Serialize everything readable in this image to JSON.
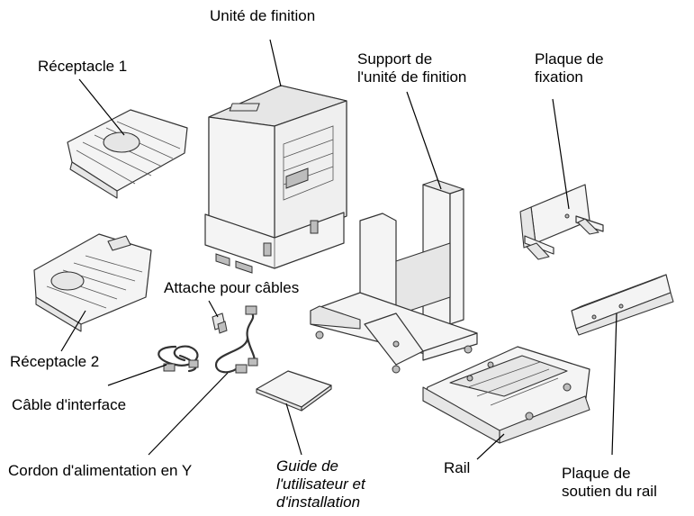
{
  "labels": {
    "finisher": "Unité de finition",
    "tray1": "Réceptacle 1",
    "stand": "Support de\nl'unité de finition",
    "mounting_plate": "Plaque de\nfixation",
    "cable_tie": "Attache pour câbles",
    "tray2": "Réceptacle 2",
    "interface_cable": "Câble d'interface",
    "y_power_cord": "Cordon d'alimentation en Y",
    "guide": "Guide de\nl'utilisateur et\nd'installation",
    "rail": "Rail",
    "rail_support": "Plaque de\nsoutien du rail"
  }
}
